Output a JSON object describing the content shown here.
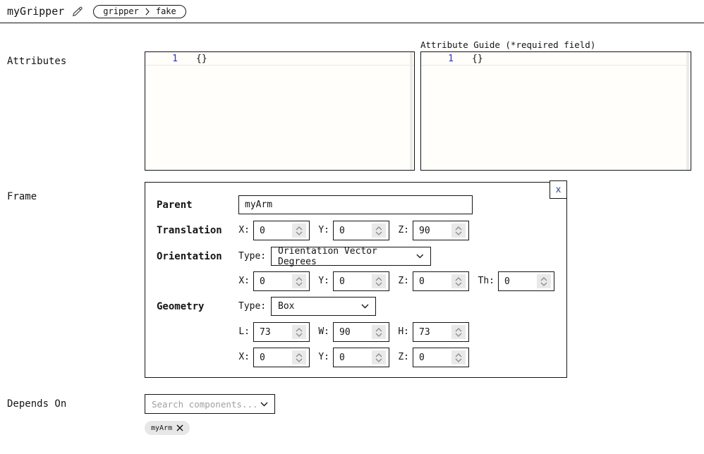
{
  "header": {
    "title": "myGripper",
    "badge": {
      "type": "gripper",
      "model": "fake"
    }
  },
  "attributes": {
    "label": "Attributes",
    "guide_label": "Attribute Guide (*required field)",
    "editor": {
      "line_number": "1",
      "content": "{}"
    },
    "guide_editor": {
      "line_number": "1",
      "content": "{}"
    }
  },
  "frame": {
    "label": "Frame",
    "close_label": "x",
    "parent": {
      "label": "Parent",
      "value": "myArm"
    },
    "translation": {
      "label": "Translation",
      "fields": [
        {
          "label": "X:",
          "value": "0"
        },
        {
          "label": "Y:",
          "value": "0"
        },
        {
          "label": "Z:",
          "value": "90"
        }
      ]
    },
    "orientation": {
      "label": "Orientation",
      "type_label": "Type:",
      "type_value": "Orientation Vector Degrees",
      "fields": [
        {
          "label": "X:",
          "value": "0"
        },
        {
          "label": "Y:",
          "value": "0"
        },
        {
          "label": "Z:",
          "value": "0"
        },
        {
          "label": "Th:",
          "value": "0"
        }
      ]
    },
    "geometry": {
      "label": "Geometry",
      "type_label": "Type:",
      "type_value": "Box",
      "size_fields": [
        {
          "label": "L:",
          "value": "73"
        },
        {
          "label": "W:",
          "value": "90"
        },
        {
          "label": "H:",
          "value": "73"
        }
      ],
      "offset_fields": [
        {
          "label": "X:",
          "value": "0"
        },
        {
          "label": "Y:",
          "value": "0"
        },
        {
          "label": "Z:",
          "value": "0"
        }
      ]
    }
  },
  "depends_on": {
    "label": "Depends On",
    "search_placeholder": "Search components...",
    "chips": [
      {
        "label": "myArm"
      }
    ]
  },
  "colors": {
    "text": "#131414",
    "border": "#131414",
    "line_number_blue": "#2d31c0",
    "close_x_navy": "#2c3e93",
    "chip_bg": "#e7e7e8",
    "placeholder_gray": "#9fa0a2",
    "spinner_bg": "#e9e9e9"
  }
}
